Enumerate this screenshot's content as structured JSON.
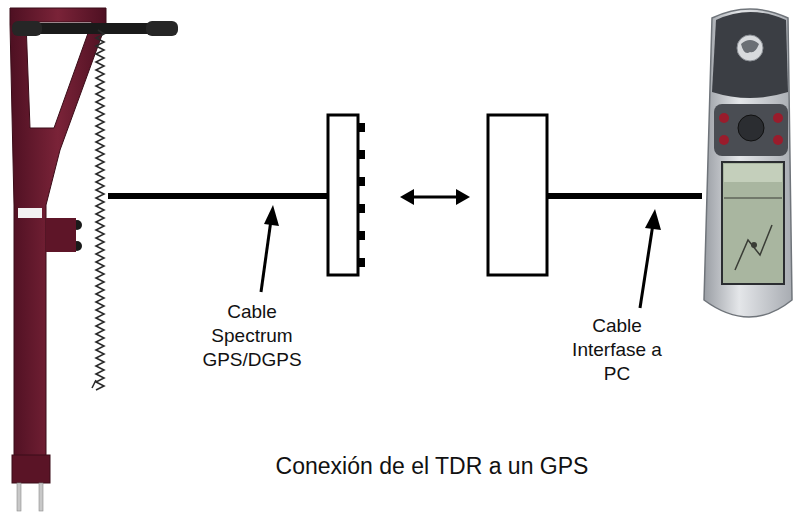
{
  "diagram": {
    "caption": "Conexión de el TDR a un GPS",
    "labels": [
      "Cable Spectrum GPS/DGPS",
      "Cable Interfase a PC"
    ]
  }
}
